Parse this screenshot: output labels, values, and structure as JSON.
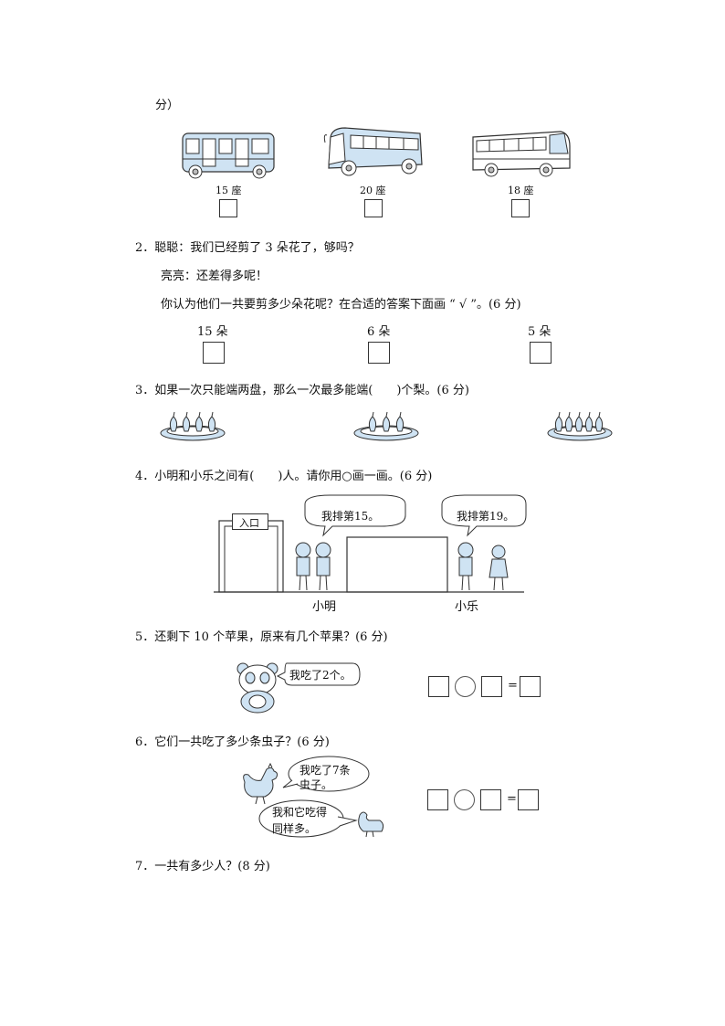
{
  "top_fragment": "分）",
  "q1": {
    "buses": [
      {
        "label": "15 座"
      },
      {
        "label": "20 座"
      },
      {
        "label": "18 座"
      }
    ]
  },
  "q2": {
    "line1": "2．聪聪：我们已经剪了 3 朵花了，够吗？",
    "line2": "亮亮：还差得多呢！",
    "line3": "你认为他们一共要剪多少朵花呢？在合适的答案下面画 “ √ ”。(6 分)",
    "options": [
      "15 朵",
      "6 朵",
      "5 朵"
    ]
  },
  "q3": {
    "text": "3．如果一次只能端两盘，那么一次最多能端(　　)个梨。(6 分)",
    "plates": [
      {
        "pears": 4
      },
      {
        "pears": 3
      },
      {
        "pears": 5
      }
    ]
  },
  "q4": {
    "text": "4．小明和小乐之间有(　　)人。请你用○画一画。(6 分)",
    "entrance": "入口",
    "bubble_left": "我排第15。",
    "bubble_right": "我排第19。",
    "name_left": "小明",
    "name_right": "小乐"
  },
  "q5": {
    "text": "5．还剩下 10 个苹果，原来有几个苹果？(6 分)",
    "bubble": "我吃了2个。",
    "equals": "="
  },
  "q6": {
    "text": "6．它们一共吃了多少条虫子？(6 分)",
    "bubble_top_line1": "我吃了7条",
    "bubble_top_line2": "虫子。",
    "bubble_bottom_line1": "我和它吃得",
    "bubble_bottom_line2": "同样多。",
    "equals": "="
  },
  "q7": {
    "text": "7．一共有多少人？(8 分)"
  }
}
